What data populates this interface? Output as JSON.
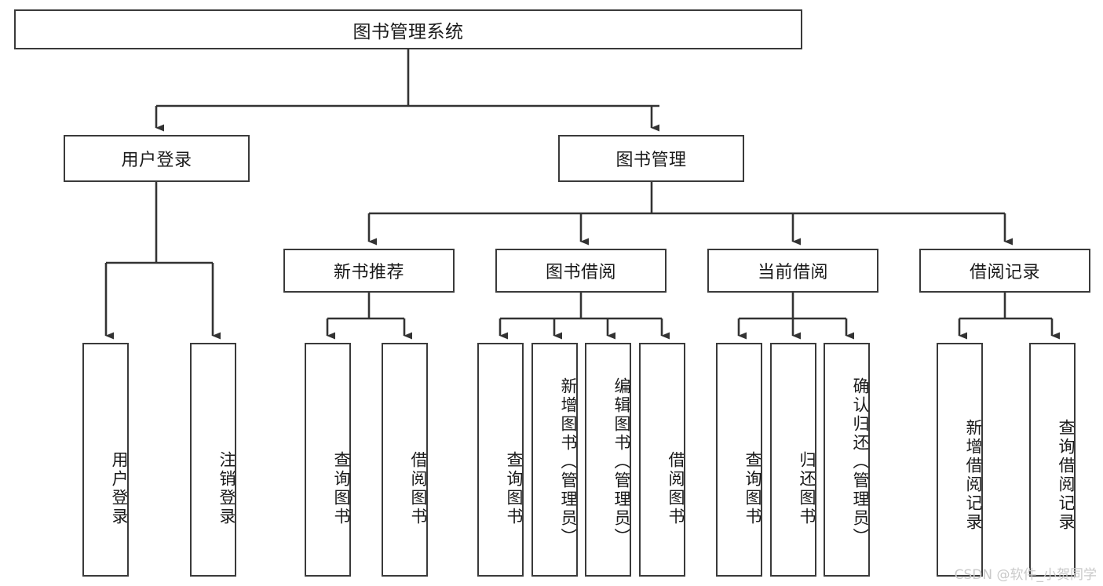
{
  "diagram": {
    "title": "图书管理系统",
    "type": "tree-hierarchy",
    "watermark": "CSDN @软件_小贺同学",
    "colors": {
      "border": "#3a3a3a",
      "background": "#ffffff",
      "text": "#1a1a1a",
      "connector": "#333333",
      "watermark": "#c9c9c9"
    },
    "root": {
      "label": "图书管理系统"
    },
    "level2": [
      {
        "label": "用户登录"
      },
      {
        "label": "图书管理"
      }
    ],
    "level3": [
      {
        "label": "新书推荐"
      },
      {
        "label": "图书借阅"
      },
      {
        "label": "当前借阅"
      },
      {
        "label": "借阅记录"
      }
    ],
    "leaves": {
      "user_login": [
        {
          "label": "用户登录"
        },
        {
          "label": "注销登录"
        }
      ],
      "new_book_recommend": [
        {
          "label": "查询图书"
        },
        {
          "label": "借阅图书"
        }
      ],
      "book_borrow": [
        {
          "label": "查询图书"
        },
        {
          "label": "新增图书（管理员）"
        },
        {
          "label": "编辑图书（管理员）"
        },
        {
          "label": "借阅图书"
        }
      ],
      "current_borrow": [
        {
          "label": "查询图书"
        },
        {
          "label": "归还图书"
        },
        {
          "label": "确认归还（管理员）"
        }
      ],
      "borrow_record": [
        {
          "label": "新增借阅记录"
        },
        {
          "label": "查询借阅记录"
        }
      ]
    }
  }
}
